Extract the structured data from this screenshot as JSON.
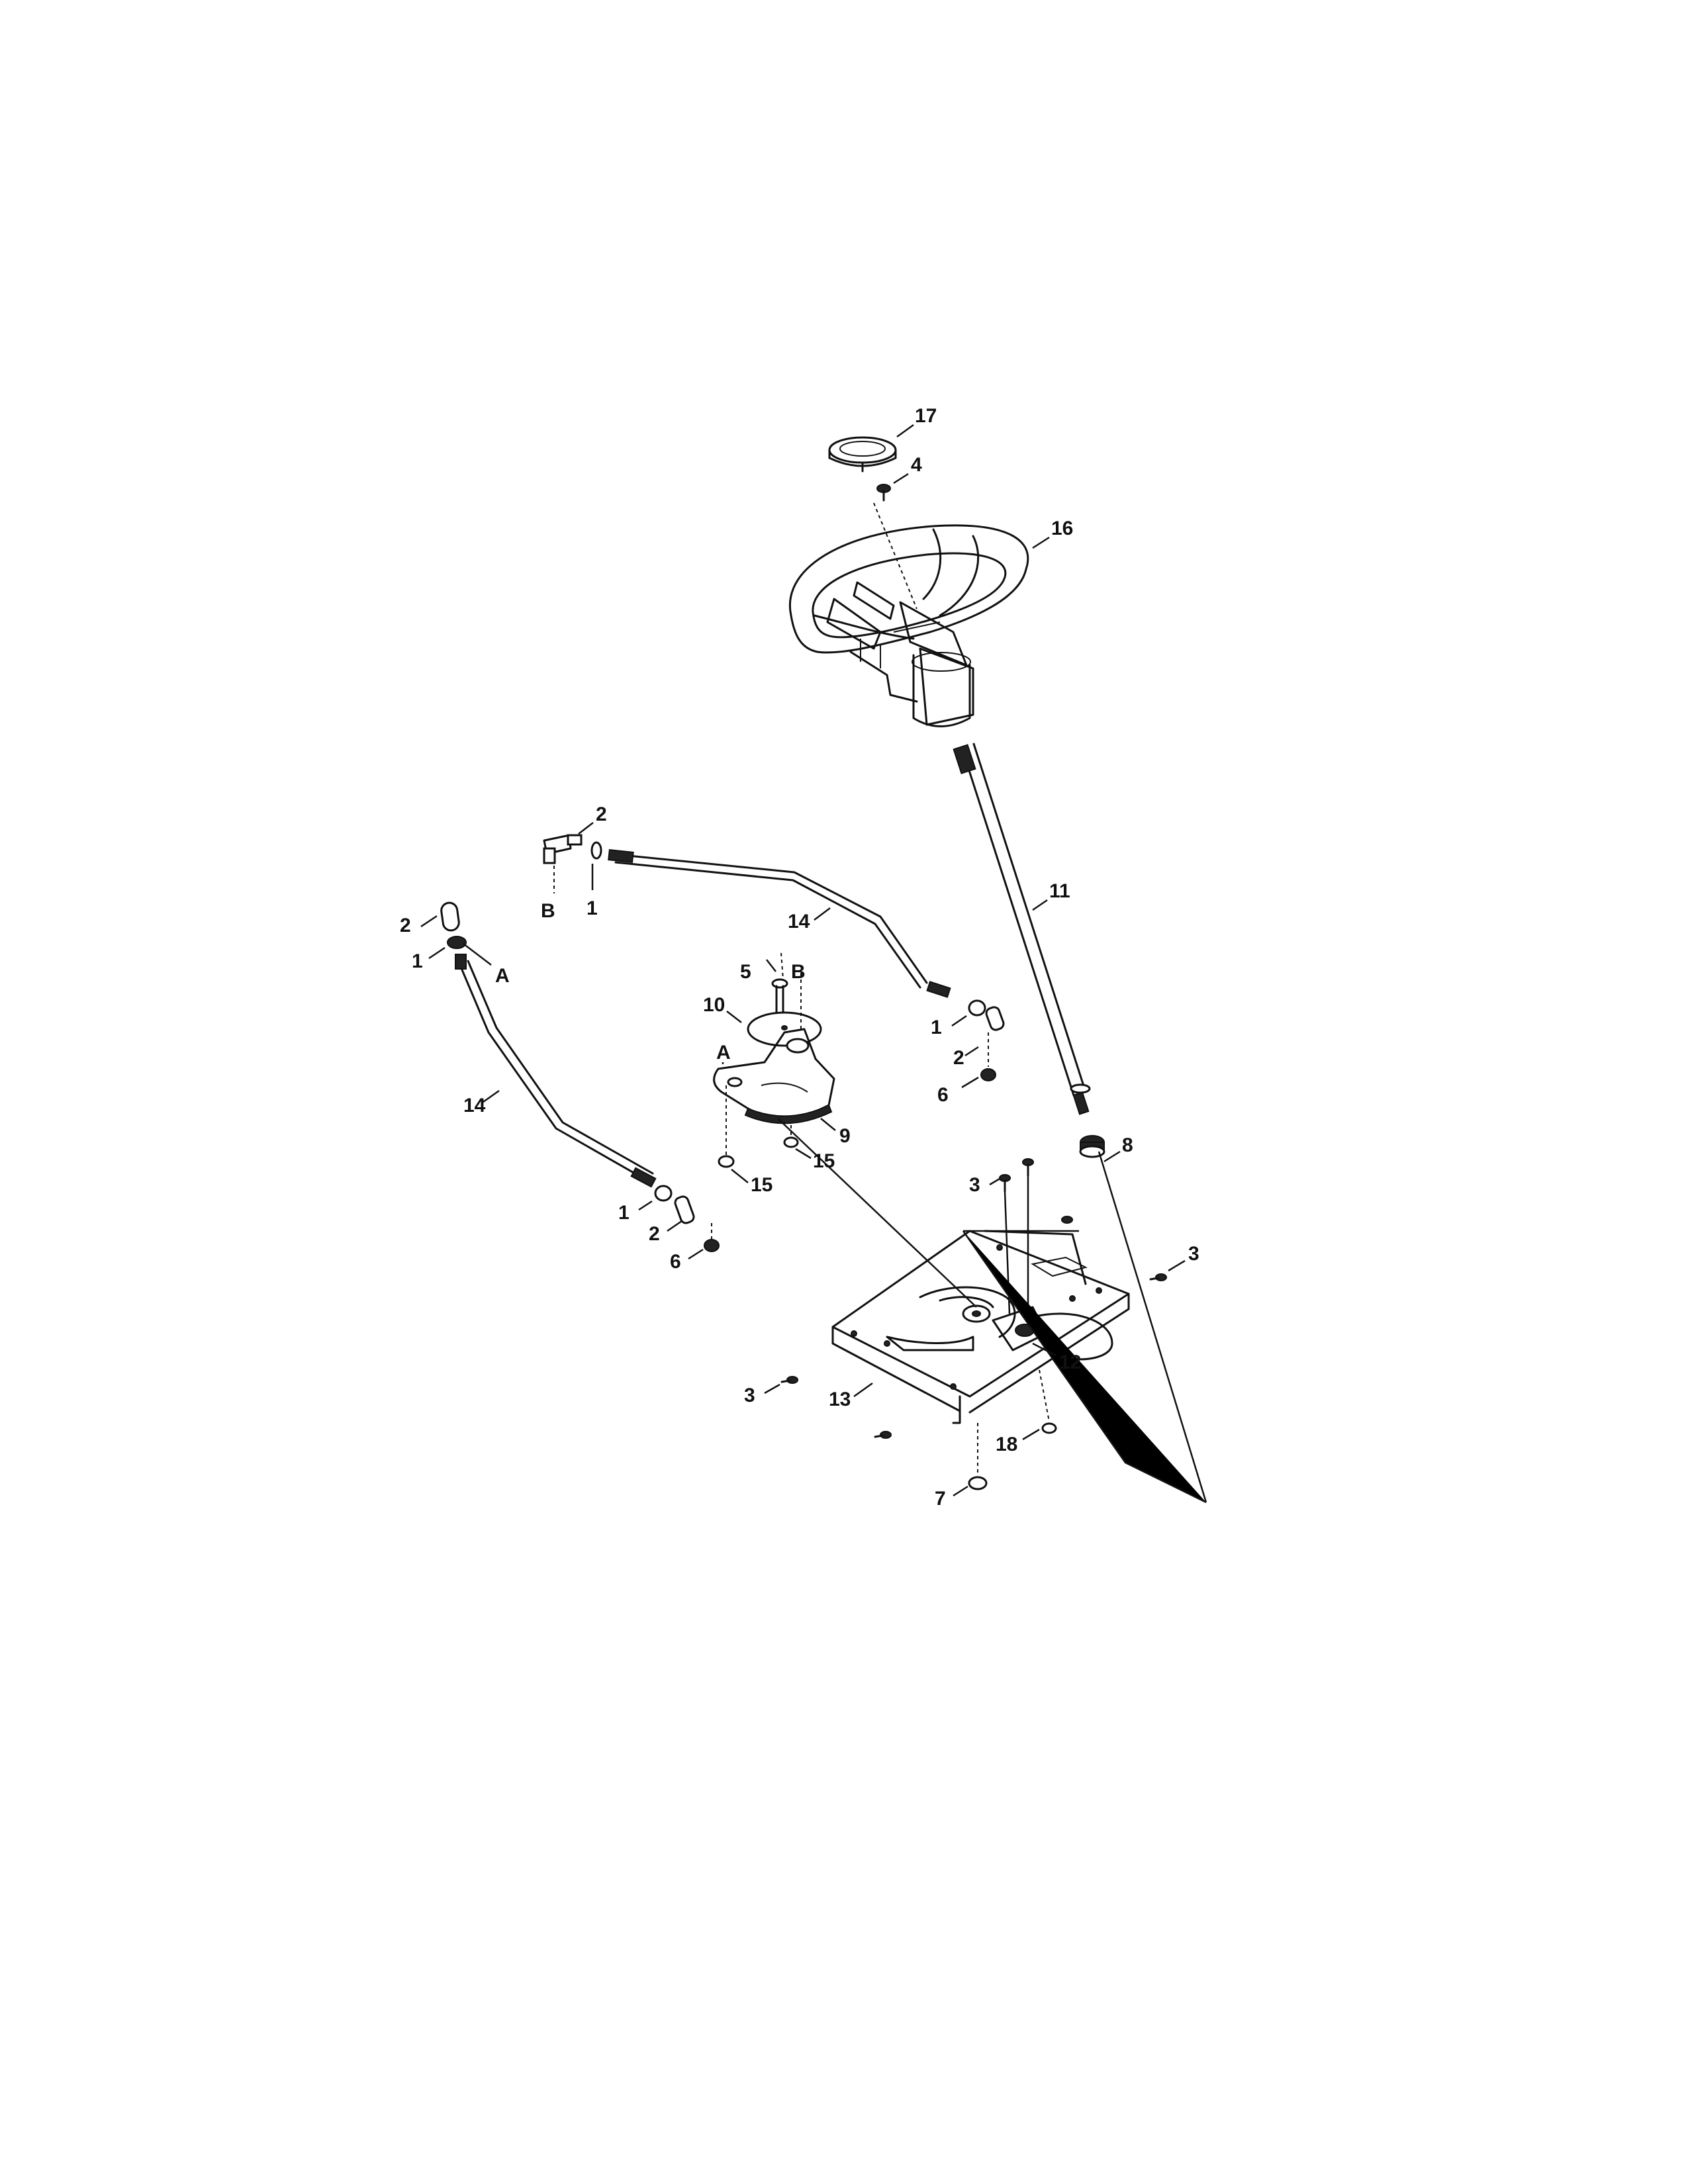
{
  "diagram": {
    "kind": "exploded parts view",
    "components": [
      {
        "id": "steering-wheel-cap",
        "callout": "17"
      },
      {
        "id": "wheel-screw",
        "callout": "4"
      },
      {
        "id": "steering-wheel",
        "callout": "16"
      },
      {
        "id": "steering-shaft",
        "callout": "11"
      },
      {
        "id": "pinion-gear",
        "callout": "8"
      },
      {
        "id": "drag-link-upper",
        "callout": "14"
      },
      {
        "id": "drag-link-lower",
        "callout": "14"
      },
      {
        "id": "sector-gear",
        "callout": "9"
      },
      {
        "id": "gear-plate",
        "callout": "10"
      },
      {
        "id": "pivot-bolt",
        "callout": "5"
      },
      {
        "id": "mounting-bracket",
        "callout": "13"
      },
      {
        "id": "steering-arm",
        "callout": "12"
      }
    ]
  },
  "callouts": [
    {
      "id": "c17",
      "text": "17"
    },
    {
      "id": "c4",
      "text": "4"
    },
    {
      "id": "c16",
      "text": "16"
    },
    {
      "id": "c2a",
      "text": "2"
    },
    {
      "id": "cB1",
      "text": "B"
    },
    {
      "id": "c1a",
      "text": "1"
    },
    {
      "id": "c14a",
      "text": "14"
    },
    {
      "id": "c11",
      "text": "11"
    },
    {
      "id": "c2b",
      "text": "2"
    },
    {
      "id": "c1b",
      "text": "1"
    },
    {
      "id": "cA1",
      "text": "A"
    },
    {
      "id": "c5",
      "text": "5"
    },
    {
      "id": "cB2",
      "text": "B"
    },
    {
      "id": "c10",
      "text": "10"
    },
    {
      "id": "c1c",
      "text": "1"
    },
    {
      "id": "c2c",
      "text": "2"
    },
    {
      "id": "c6a",
      "text": "6"
    },
    {
      "id": "cA2",
      "text": "A"
    },
    {
      "id": "c14b",
      "text": "14"
    },
    {
      "id": "c9",
      "text": "9"
    },
    {
      "id": "c8",
      "text": "8"
    },
    {
      "id": "c3a",
      "text": "3"
    },
    {
      "id": "c15a",
      "text": "15"
    },
    {
      "id": "c15b",
      "text": "15"
    },
    {
      "id": "c1d",
      "text": "1"
    },
    {
      "id": "c2d",
      "text": "2"
    },
    {
      "id": "c6b",
      "text": "6"
    },
    {
      "id": "c3b",
      "text": "3"
    },
    {
      "id": "c12",
      "text": "12"
    },
    {
      "id": "c3c",
      "text": "3"
    },
    {
      "id": "c13",
      "text": "13"
    },
    {
      "id": "c18",
      "text": "18"
    },
    {
      "id": "c7",
      "text": "7"
    }
  ]
}
